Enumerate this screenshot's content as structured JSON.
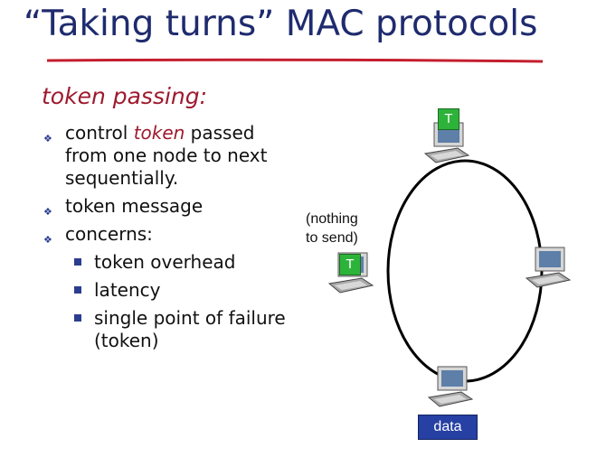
{
  "slide": {
    "title": "“Taking turns” MAC protocols",
    "subtitle": "token passing:",
    "bullets": {
      "b1_pre": "control ",
      "b1_em": "token",
      "b1_post": " passed from one node to next sequentially.",
      "b2": "token message",
      "b3": "concerns:",
      "sub": [
        "token overhead",
        "latency",
        "single point of failure (token)"
      ]
    }
  },
  "diagram": {
    "token_label": "T",
    "note_line1": "(nothing",
    "note_line2": "to send)",
    "data_label": "data",
    "colors": {
      "token": "#2db33a",
      "data_box": "#2640a3",
      "title": "#1f2b6e",
      "accent": "#9e1a2e"
    }
  }
}
